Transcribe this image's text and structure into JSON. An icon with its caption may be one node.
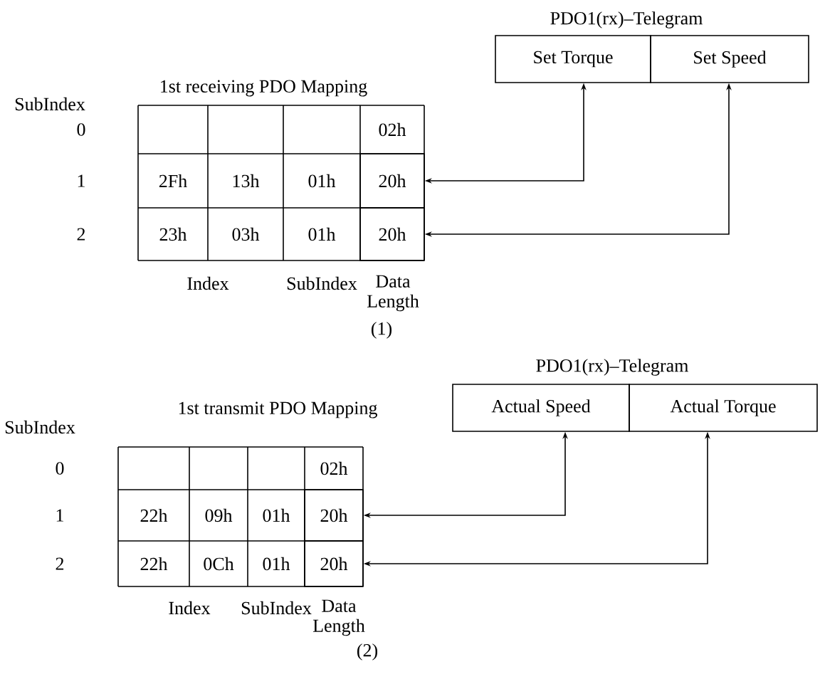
{
  "diagram": {
    "nodes": [
      {
        "text": [
          "Set Torque"
        ]
      },
      {
        "text": [
          "Set Speed"
        ]
      },
      {
        "text": [
          "20h"
        ]
      },
      {
        "text": [
          "20h"
        ]
      },
      {
        "text": [
          "Actual Speed"
        ]
      },
      {
        "text": [
          "Actual Torque"
        ]
      },
      {
        "text": [
          "20h"
        ]
      },
      {
        "text": [
          "20h"
        ]
      }
    ],
    "edges": [
      {
        "from": 2,
        "to": 0,
        "arrow": "both"
      },
      {
        "from": 3,
        "to": 1,
        "arrow": "both"
      },
      {
        "from": 6,
        "to": 4,
        "arrow": "both"
      },
      {
        "from": 7,
        "to": 5,
        "arrow": "both"
      }
    ],
    "labels": [
      "PDO1(rx)–Telegram",
      "SubIndex",
      "1st receiving PDO Mapping",
      "0",
      "02h",
      "1",
      "2Fh",
      "13h",
      "01h",
      "2",
      "23h",
      "03h",
      "01h",
      "Index",
      "SubIndex",
      "Data Length",
      "(1)",
      "PDO1(rx)–Telegram",
      "SubIndex",
      "1st transmit PDO Mapping",
      "0",
      "02h",
      "1",
      "22h",
      "09h",
      "01h",
      "2",
      "22h",
      "0Ch",
      "01h",
      "Index",
      "SubIndex",
      "Data Length",
      "(2)"
    ]
  }
}
